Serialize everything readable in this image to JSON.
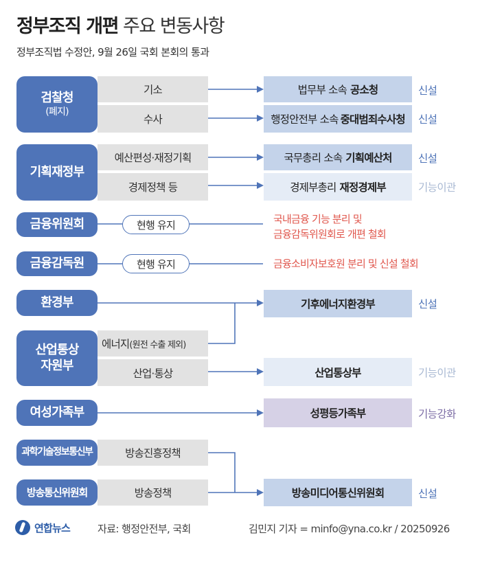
{
  "header": {
    "title_bold": "정부조직 개편",
    "title_light": "주요 변동사항",
    "subtitle": "정부조직법 수정안, 9월 26일 국회 본회의 통과"
  },
  "colors": {
    "ministry": "#4f74b8",
    "function_box": "#e2e2e2",
    "result_new": "#c4d3ea",
    "result_light": "#e5ecf6",
    "result_purple": "#d6d1e6",
    "status_blue": "#4f74b8",
    "status_gray": "#a9b9d3",
    "status_purple": "#7d6ea6",
    "note_red": "#e0574d"
  },
  "ministries": {
    "prosecution": "검찰청",
    "prosecution_note": "(폐지)",
    "finance": "기획재정부",
    "fsc": "금융위원회",
    "fss": "금융감독원",
    "env": "환경부",
    "motie_line1": "산업통상",
    "motie_line2": "자원부",
    "gender": "여성가족부",
    "msit": "과학기술정보통신부",
    "kcc": "방송통신위원회"
  },
  "functions": {
    "indict": "기소",
    "investigate": "수사",
    "budget": "예산편성·재정기획",
    "econ_policy": "경제정책 등",
    "maintain_fsc": "현행 유지",
    "maintain_fss": "현행 유지",
    "energy_main": "에너지",
    "energy_note": "(원전 수출 제외)",
    "industry_trade": "산업·통상",
    "broadcast_promo": "방송진흥정책",
    "broadcast_policy": "방송정책"
  },
  "results": {
    "r1_prefix": "법무부 소속",
    "r1_name": "공소청",
    "r2_prefix": "행정안전부 소속",
    "r2_name": "중대범죄수사청",
    "r3_prefix": "국무총리 소속",
    "r3_name": "기획예산처",
    "r4_prefix": "경제부총리",
    "r4_name": "재정경제부",
    "r5_name": "기후에너지환경부",
    "r6_name": "산업통상부",
    "r7_name": "성평등가족부",
    "r8_name": "방송미디어통신위원회"
  },
  "statuses": {
    "s1": "신설",
    "s2": "신설",
    "s3": "신설",
    "s4": "기능이관",
    "s5": "신설",
    "s6": "기능이관",
    "s7": "기능강화",
    "s8": "신설"
  },
  "notes": {
    "fsc_line1": "국내금융 기능 분리 및",
    "fsc_line2": "금융감독위원회로 개편 철회",
    "fss": "금융소비자보호원 분리 및 신설 철회"
  },
  "footer": {
    "logo": "연합뉴스",
    "source": "자료: 행정안전부, 국회",
    "credit": "김민지 기자 = minfo@yna.co.kr / 20250926"
  }
}
